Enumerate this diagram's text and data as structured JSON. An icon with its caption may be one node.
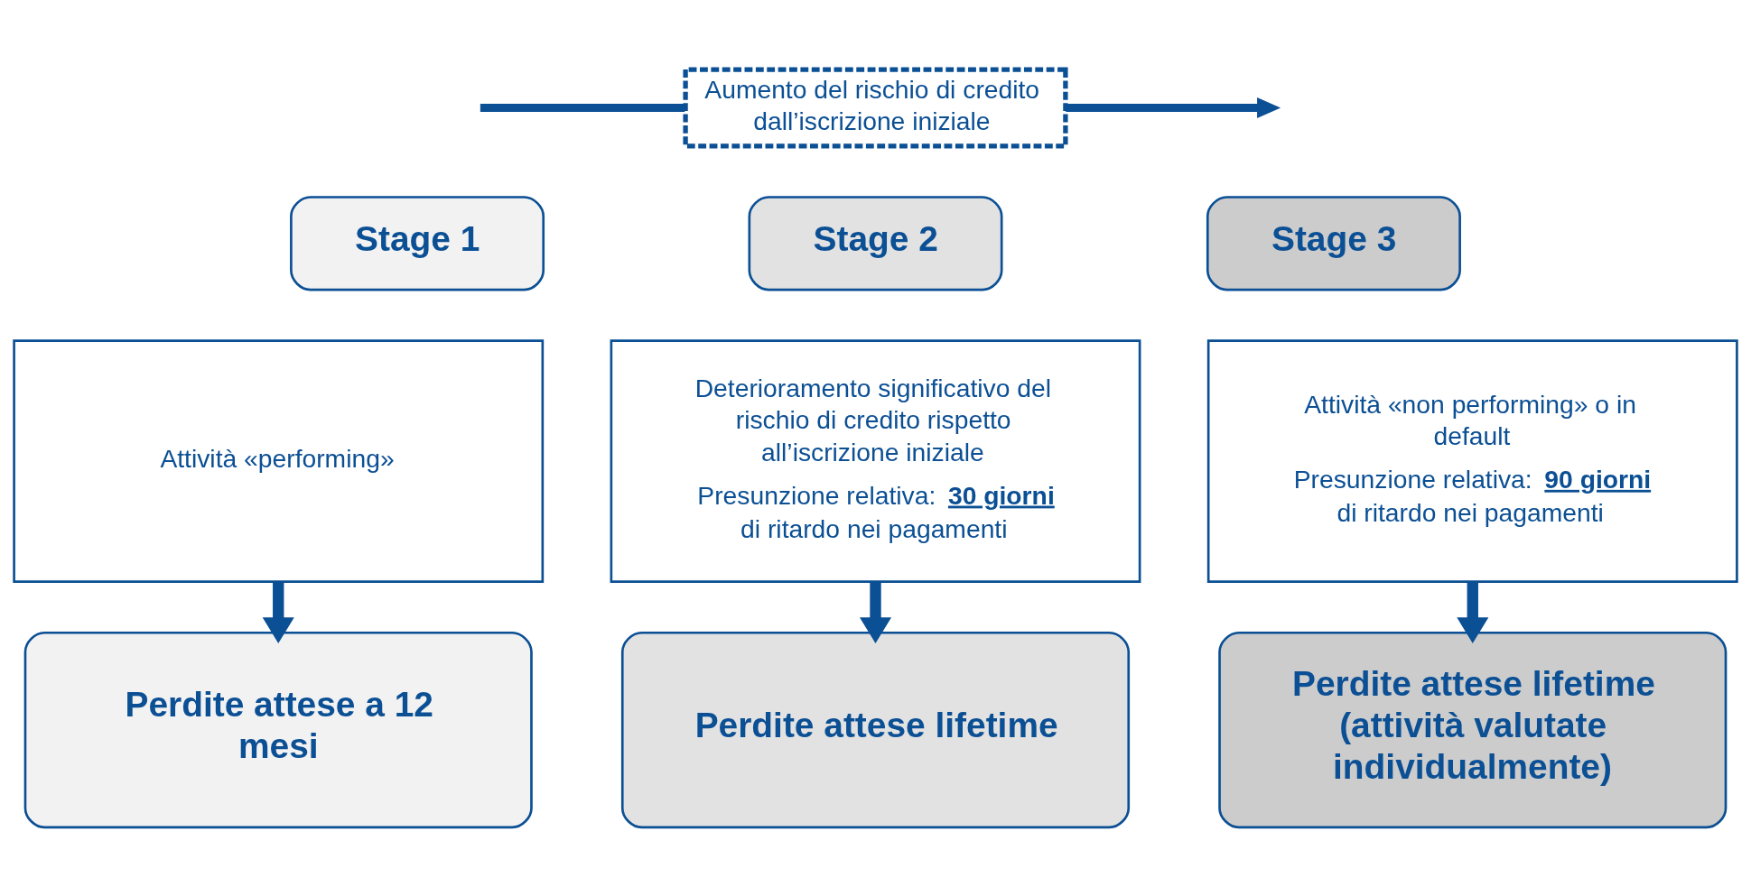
{
  "diagram": {
    "nodes": [
      {
        "text": [
          "Aumento del rischio di credito dall’iscrizione iniziale"
        ]
      },
      {
        "text": [
          "Stage 1"
        ]
      },
      {
        "text": [
          "Attività «performing»"
        ]
      },
      {
        "text": [
          "Perdite attese a 12 mesi"
        ]
      },
      {
        "text": [
          "Stage 2"
        ]
      },
      {
        "text": [
          "Deterioramento significativo del rischio di credito rispetto all’iscrizione iniziale",
          "Presunzione relativa: **30 giorni** di ritardo nei pagamenti"
        ]
      },
      {
        "text": [
          "Perdite attese lifetime"
        ]
      },
      {
        "text": [
          "Stage 3"
        ]
      },
      {
        "text": [
          "Attività «non performing» o in default",
          "Presunzione relativa: **90 giorni** di ritardo nei pagamenti"
        ]
      },
      {
        "text": [
          "Perdite attese lifetime (attività valutate individualmente)"
        ]
      }
    ],
    "edges": [
      {
        "from": null,
        "to": 0,
        "arrow": "none"
      },
      {
        "from": 0,
        "to": null,
        "arrow": "to"
      },
      {
        "from": 2,
        "to": 3,
        "arrow": "to"
      },
      {
        "from": 5,
        "to": 6,
        "arrow": "to"
      },
      {
        "from": 8,
        "to": 9,
        "arrow": "to"
      }
    ]
  }
}
